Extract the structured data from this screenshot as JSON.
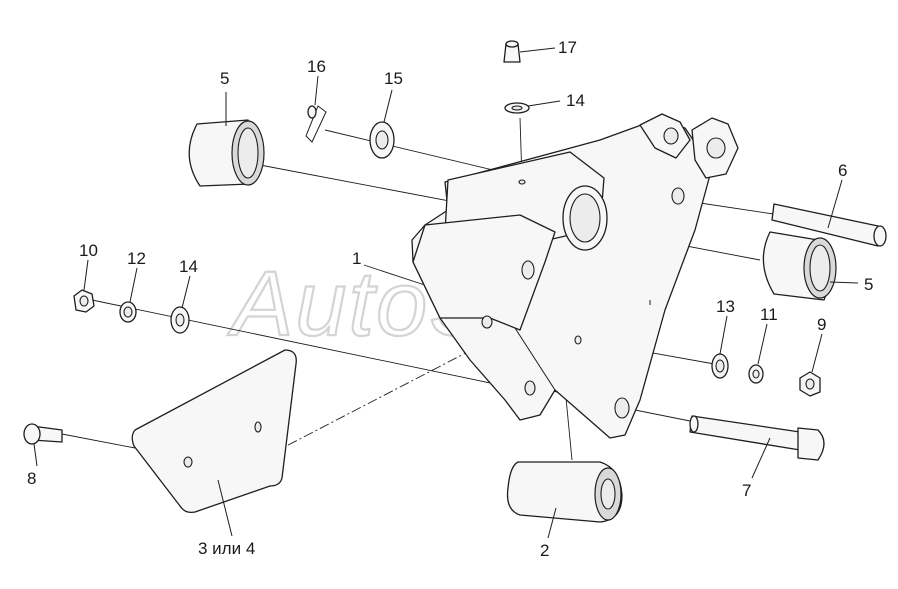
{
  "watermark": "AutoSoft",
  "callouts": {
    "c1": "1",
    "c2": "2",
    "c3": "3 или 4",
    "c5a": "5",
    "c5b": "5",
    "c6": "6",
    "c7": "7",
    "c8": "8",
    "c9": "9",
    "c10": "10",
    "c11": "11",
    "c12": "12",
    "c13": "13",
    "c14a": "14",
    "c14b": "14",
    "c15": "15",
    "c16": "16",
    "c17": "17"
  }
}
